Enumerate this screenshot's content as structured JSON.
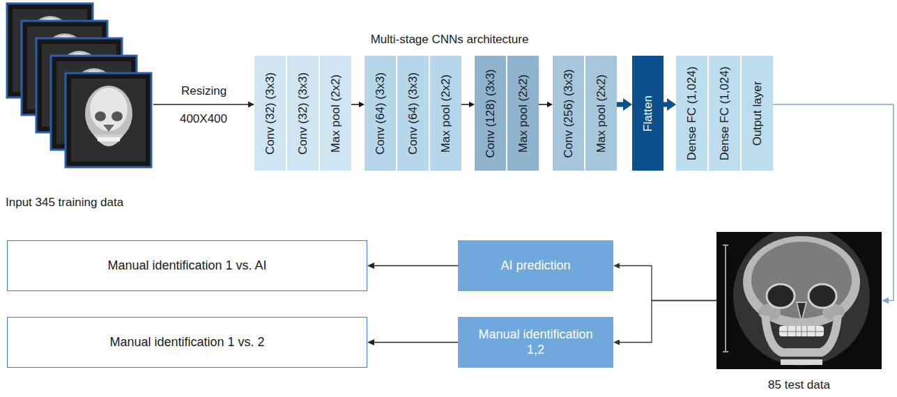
{
  "diagram": {
    "title": "Multi-stage CNNs architecture",
    "nodes": [
      {
        "text": [
          "Input 345 training data"
        ]
      },
      {
        "text": [
          "Conv (32) (3x3)"
        ]
      },
      {
        "text": [
          "Conv (32) (3x3)"
        ]
      },
      {
        "text": [
          "Max pool (2x2)"
        ]
      },
      {
        "text": [
          "Conv (64) (3x3)"
        ]
      },
      {
        "text": [
          "Conv (64) (3x3)"
        ]
      },
      {
        "text": [
          "Max pool (2x2)"
        ]
      },
      {
        "text": [
          "Conv (128) (3x3)"
        ]
      },
      {
        "text": [
          "Max pool (2x2)"
        ]
      },
      {
        "text": [
          "Conv (256) (3x3)"
        ]
      },
      {
        "text": [
          "Max pool (2x2)"
        ]
      },
      {
        "text": [
          "Flatten"
        ]
      },
      {
        "text": [
          "Dense FC (1,024)"
        ]
      },
      {
        "text": [
          "Dense FC (1,024)"
        ]
      },
      {
        "text": [
          "Output layer"
        ]
      },
      {
        "text": [
          "Manual identification 1 vs. AI"
        ]
      },
      {
        "text": [
          "AI prediction"
        ]
      },
      {
        "text": [
          "85 test data"
        ]
      },
      {
        "text": [
          "Manual identification 1 vs. 2"
        ]
      },
      {
        "text": [
          "Manual identification 1,2"
        ]
      }
    ],
    "edges": [
      {
        "from": 0,
        "to": 1,
        "label": "Resizing",
        "arrow": "to"
      },
      {
        "from": 3,
        "to": 4,
        "arrow": "to"
      },
      {
        "from": 6,
        "to": 7,
        "arrow": "to"
      },
      {
        "from": 8,
        "to": 9,
        "arrow": "to"
      },
      {
        "from": 10,
        "to": 11,
        "arrow": "to"
      },
      {
        "from": 11,
        "to": 12,
        "arrow": "to"
      },
      {
        "from": 14,
        "to": 17,
        "arrow": "to"
      },
      {
        "from": 17,
        "to": 16,
        "arrow": "to"
      },
      {
        "from": 17,
        "to": 19,
        "arrow": "to"
      },
      {
        "from": 16,
        "to": 15,
        "arrow": "to"
      },
      {
        "from": 19,
        "to": 18,
        "arrow": "to"
      }
    ],
    "labels": [
      "400X400"
    ]
  }
}
